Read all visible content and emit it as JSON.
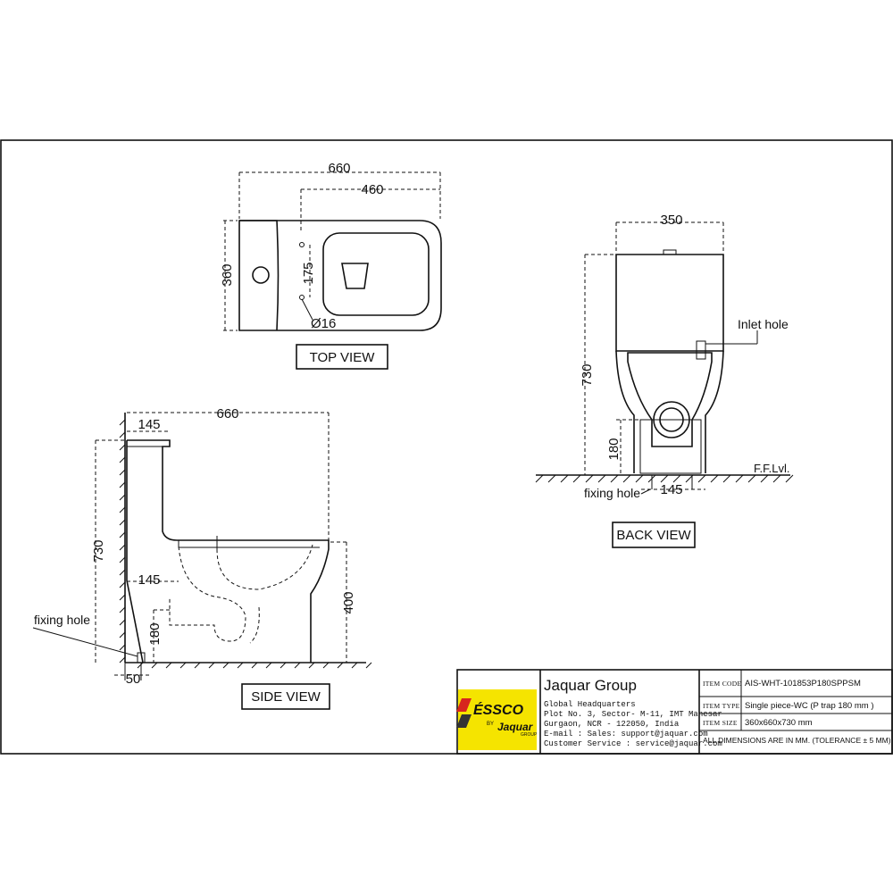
{
  "views": {
    "top": {
      "label": "TOP VIEW",
      "dims": {
        "overall_length": "660",
        "bowl_length": "460",
        "width": "360",
        "hole_spacing": "175",
        "hole_dia": "Ø16"
      }
    },
    "back": {
      "label": "BACK VIEW",
      "dims": {
        "width": "350",
        "height": "730",
        "trap_height": "180",
        "fixing_spacing": "145"
      },
      "annotations": {
        "inlet": "Inlet hole",
        "fixing": "fixing hole",
        "floor": "F.F.Lvl."
      }
    },
    "side": {
      "label": "SIDE VIEW",
      "dims": {
        "tank_depth": "145",
        "overall_length": "660",
        "height": "730",
        "trap_offset": "145",
        "seat_height": "400",
        "trap_height": "180",
        "fixing_offset": "50"
      },
      "annotations": {
        "fixing": "fixing hole"
      }
    }
  },
  "title_block": {
    "logo": {
      "brand": "ÉSSCO",
      "sub": "BY",
      "parent": "Jaquar",
      "group": "GROUP"
    },
    "company": "Jaquar Group",
    "address_lines": [
      "Global Headquarters",
      "Plot No. 3, Sector- M-11, IMT Manesar",
      "Gurgaon, NCR - 122050, India",
      "E-mail : Sales: support@jaquar.com",
      "Customer Service : service@jaquar.com"
    ],
    "rows": [
      {
        "key": "ITEM CODE",
        "value": "AIS-WHT-101853P180SPPSM"
      },
      {
        "key": "ITEM TYPE",
        "value": "Single piece-WC (P trap 180 mm )"
      },
      {
        "key": "ITEM SIZE",
        "value": "360x660x730 mm"
      }
    ],
    "note": "ALL DIMENSIONS ARE IN MM. (TOLERANCE ± 5 MM)"
  },
  "colors": {
    "line": "#111111",
    "logo_yellow": "#f5e400",
    "logo_red": "#d7261e",
    "logo_dark": "#333333"
  }
}
